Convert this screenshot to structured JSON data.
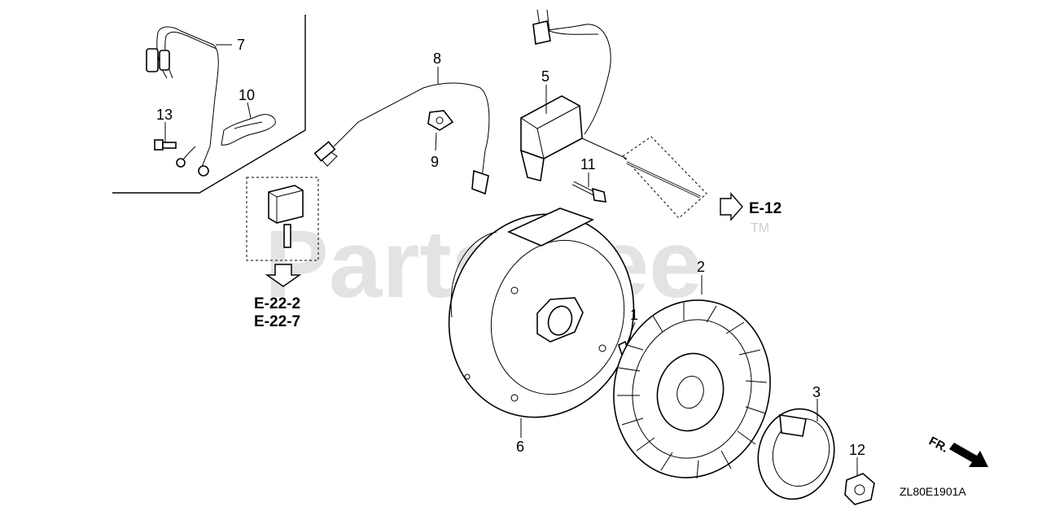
{
  "watermark": {
    "text": "PartsTree",
    "trademark": "TM"
  },
  "callouts": [
    "1",
    "2",
    "3",
    "5",
    "6",
    "7",
    "8",
    "9",
    "10",
    "11",
    "12",
    "13"
  ],
  "references": {
    "e12": "E-12",
    "e22_2": "E-22-2",
    "e22_7": "E-22-7"
  },
  "direction_label": "FR.",
  "diagram_code": "ZL80E1901A"
}
